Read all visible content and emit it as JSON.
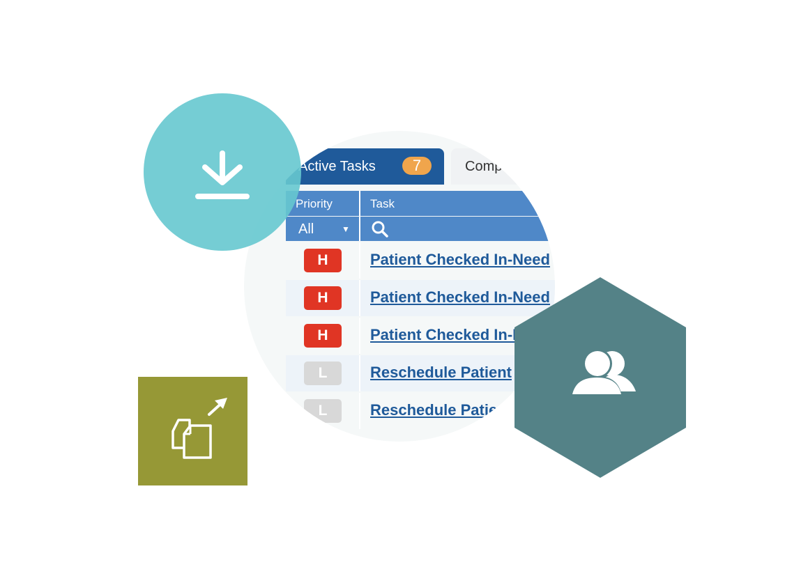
{
  "tabs": {
    "active": {
      "label": "Active Tasks",
      "count": "7"
    },
    "inactive": {
      "label": "Comp"
    }
  },
  "table": {
    "columns": {
      "priority": "Priority",
      "task": "Task"
    },
    "filter": {
      "priority_value": "All",
      "caret": "▼"
    },
    "rows": [
      {
        "priority": "H",
        "task": "Patient Checked In-Need"
      },
      {
        "priority": "H",
        "task": "Patient Checked In-Need"
      },
      {
        "priority": "H",
        "task": "Patient Checked In-Need"
      },
      {
        "priority": "L",
        "task": "Reschedule Patient"
      },
      {
        "priority": "L",
        "task": "Reschedule Patie"
      }
    ]
  },
  "icons": {
    "download": "download-icon",
    "share": "share-documents-icon",
    "users": "users-icon",
    "search": "search-icon"
  },
  "colors": {
    "tab_active": "#1f5a9a",
    "count_badge": "#f0a54c",
    "header": "#4f88c8",
    "high_priority": "#e03524",
    "low_priority": "#d8d8d8",
    "link": "#1f5a9a",
    "download_circle": "#66c8cf",
    "share_square": "#969836",
    "users_hexagon": "#548287"
  }
}
